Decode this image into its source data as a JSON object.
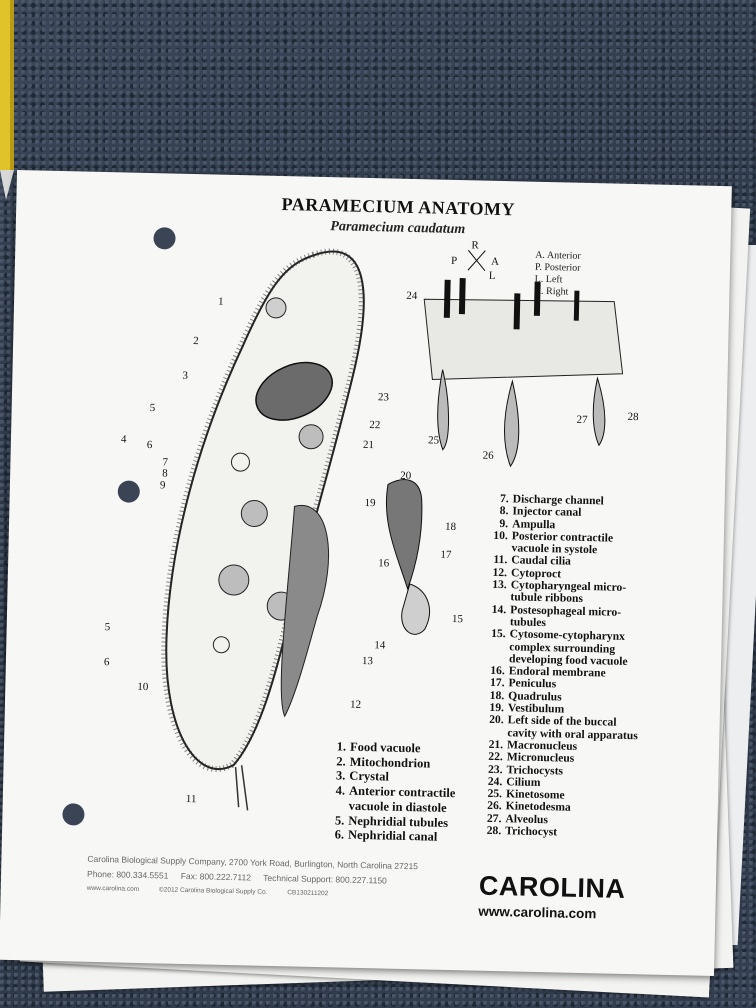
{
  "page": {
    "title": "PARAMECIUM ANATOMY",
    "subtitle": "Paramecium caudatum"
  },
  "direction_key": [
    "A. Anterior",
    "P. Posterior",
    "L. Left",
    "R. Right"
  ],
  "compass": {
    "top": "R",
    "left": "P",
    "right": "A",
    "bottom": "L"
  },
  "legend_left": [
    {
      "n": "1.",
      "label": "Food vacuole"
    },
    {
      "n": "2.",
      "label": "Mitochondrion"
    },
    {
      "n": "3.",
      "label": "Crystal"
    },
    {
      "n": "4.",
      "label": "Anterior contractile\nvacuole in diastole"
    },
    {
      "n": "5.",
      "label": "Nephridial tubules"
    },
    {
      "n": "6.",
      "label": "Nephridial canal"
    }
  ],
  "legend_right": [
    {
      "n": "7.",
      "label": "Discharge channel"
    },
    {
      "n": "8.",
      "label": "Injector canal"
    },
    {
      "n": "9.",
      "label": "Ampulla"
    },
    {
      "n": "10.",
      "label": "Posterior contractile\nvacuole in systole"
    },
    {
      "n": "11.",
      "label": "Caudal cilia"
    },
    {
      "n": "12.",
      "label": "Cytoproct"
    },
    {
      "n": "13.",
      "label": "Cytopharyngeal micro-\ntubule ribbons"
    },
    {
      "n": "14.",
      "label": "Postesophageal micro-\ntubules"
    },
    {
      "n": "15.",
      "label": "Cytosome-cytopharynx\ncomplex surrounding\ndeveloping food vacuole"
    },
    {
      "n": "16.",
      "label": "Endoral membrane"
    },
    {
      "n": "17.",
      "label": "Peniculus"
    },
    {
      "n": "18.",
      "label": "Quadrulus"
    },
    {
      "n": "19.",
      "label": "Vestibulum"
    },
    {
      "n": "20.",
      "label": "Left side of the buccal\ncavity with oral apparatus"
    },
    {
      "n": "21.",
      "label": "Macronucleus"
    },
    {
      "n": "22.",
      "label": "Micronucleus"
    },
    {
      "n": "23.",
      "label": "Trichocysts"
    },
    {
      "n": "24.",
      "label": "Cilium"
    },
    {
      "n": "25.",
      "label": "Kinetosome"
    },
    {
      "n": "26.",
      "label": "Kinetodesma"
    },
    {
      "n": "27.",
      "label": "Alveolus"
    },
    {
      "n": "28.",
      "label": "Trichocyst"
    }
  ],
  "diagram_numbers": [
    "1",
    "2",
    "3",
    "4",
    "5",
    "6",
    "7",
    "8",
    "9",
    "10",
    "11",
    "12",
    "13",
    "14",
    "15",
    "16",
    "17",
    "18",
    "19",
    "20",
    "21",
    "22",
    "23",
    "24",
    "25",
    "26",
    "27",
    "28",
    "5",
    "6"
  ],
  "footer": {
    "address": "Carolina Biological Supply Company, 2700 York Road, Burlington, North Carolina 27215",
    "phone": "Phone: 800.334.5551",
    "fax": "Fax: 800.222.7112",
    "support": "Technical Support: 800.227.1150",
    "website_small": "www.carolina.com",
    "copyright": "©2012 Carolina Biological Supply Co.",
    "code": "CB130211202"
  },
  "brand": {
    "logo": "CAROLINA",
    "url": "www.carolina.com"
  },
  "colors": {
    "paper": "#f7f7f5",
    "ink": "#111111",
    "carpet": "#2e3a49"
  }
}
